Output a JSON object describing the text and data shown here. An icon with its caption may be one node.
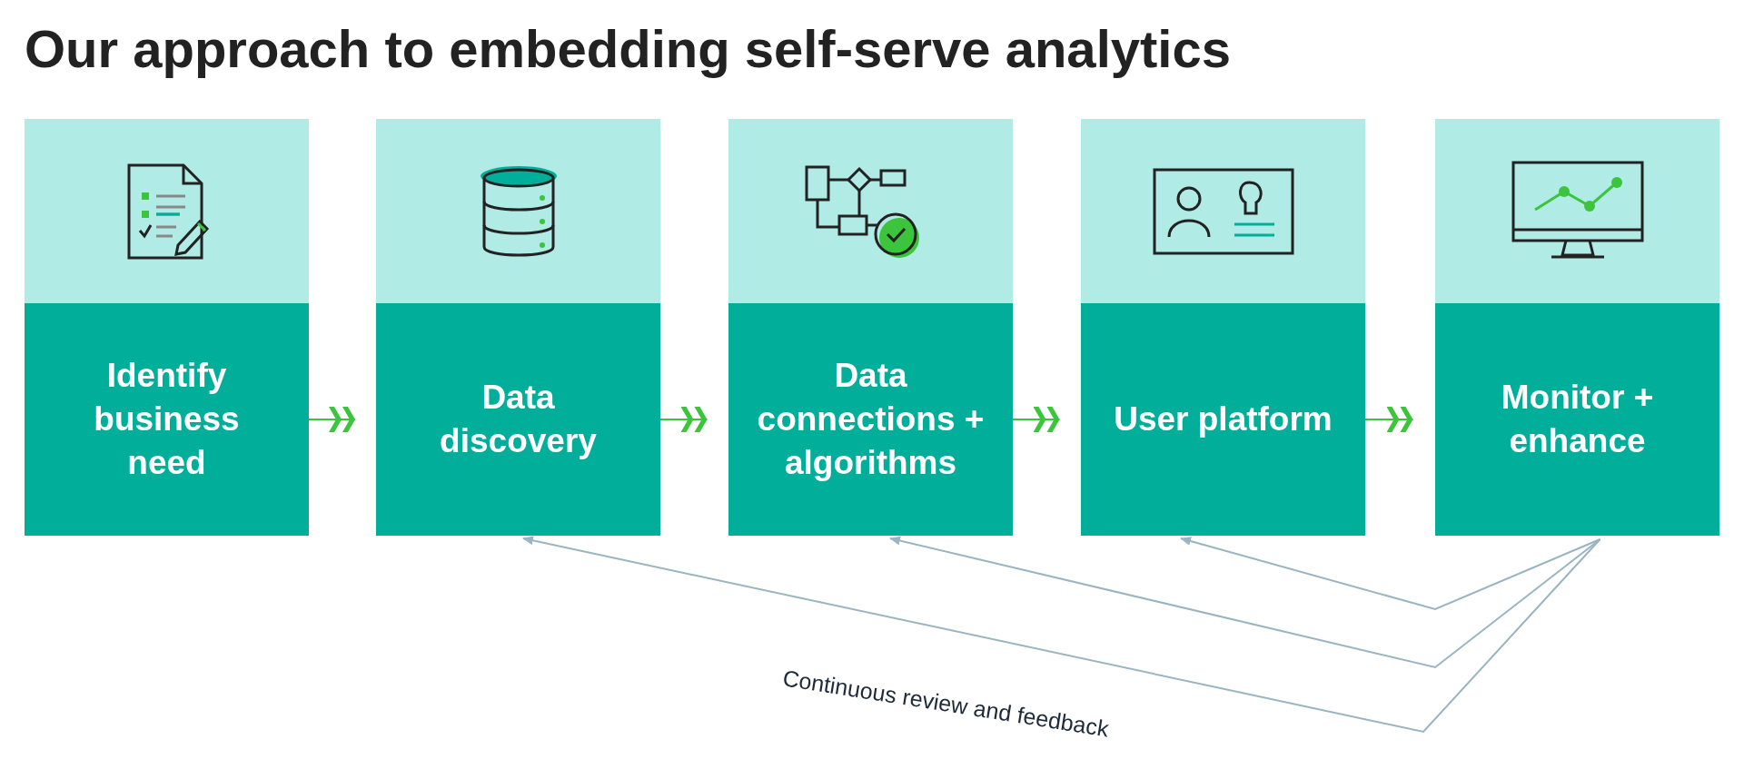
{
  "diagram": {
    "title": "Our approach to embedding self-serve analytics",
    "nodes": [
      {
        "text": [
          "Identify business need"
        ]
      },
      {
        "text": [
          "Data discovery"
        ]
      },
      {
        "text": [
          "Data connections + algorithms"
        ]
      },
      {
        "text": [
          "User platform"
        ]
      },
      {
        "text": [
          "Monitor + enhance"
        ]
      }
    ],
    "edges": [
      {
        "from": 0,
        "to": 1,
        "arrow": "to",
        "color": "#3cc43c"
      },
      {
        "from": 1,
        "to": 2,
        "arrow": "to",
        "color": "#3cc43c"
      },
      {
        "from": 2,
        "to": 3,
        "arrow": "to",
        "color": "#3cc43c"
      },
      {
        "from": 3,
        "to": 4,
        "arrow": "to",
        "color": "#3cc43c"
      },
      {
        "from": 4,
        "to": 3,
        "arrow": "to",
        "color": "#9ab4c0"
      },
      {
        "from": 4,
        "to": 2,
        "arrow": "to",
        "color": "#9ab4c0"
      },
      {
        "from": 4,
        "to": 1,
        "arrow": "to",
        "color": "#9ab4c0"
      }
    ],
    "labels": [
      "Continuous review and feedback"
    ]
  }
}
